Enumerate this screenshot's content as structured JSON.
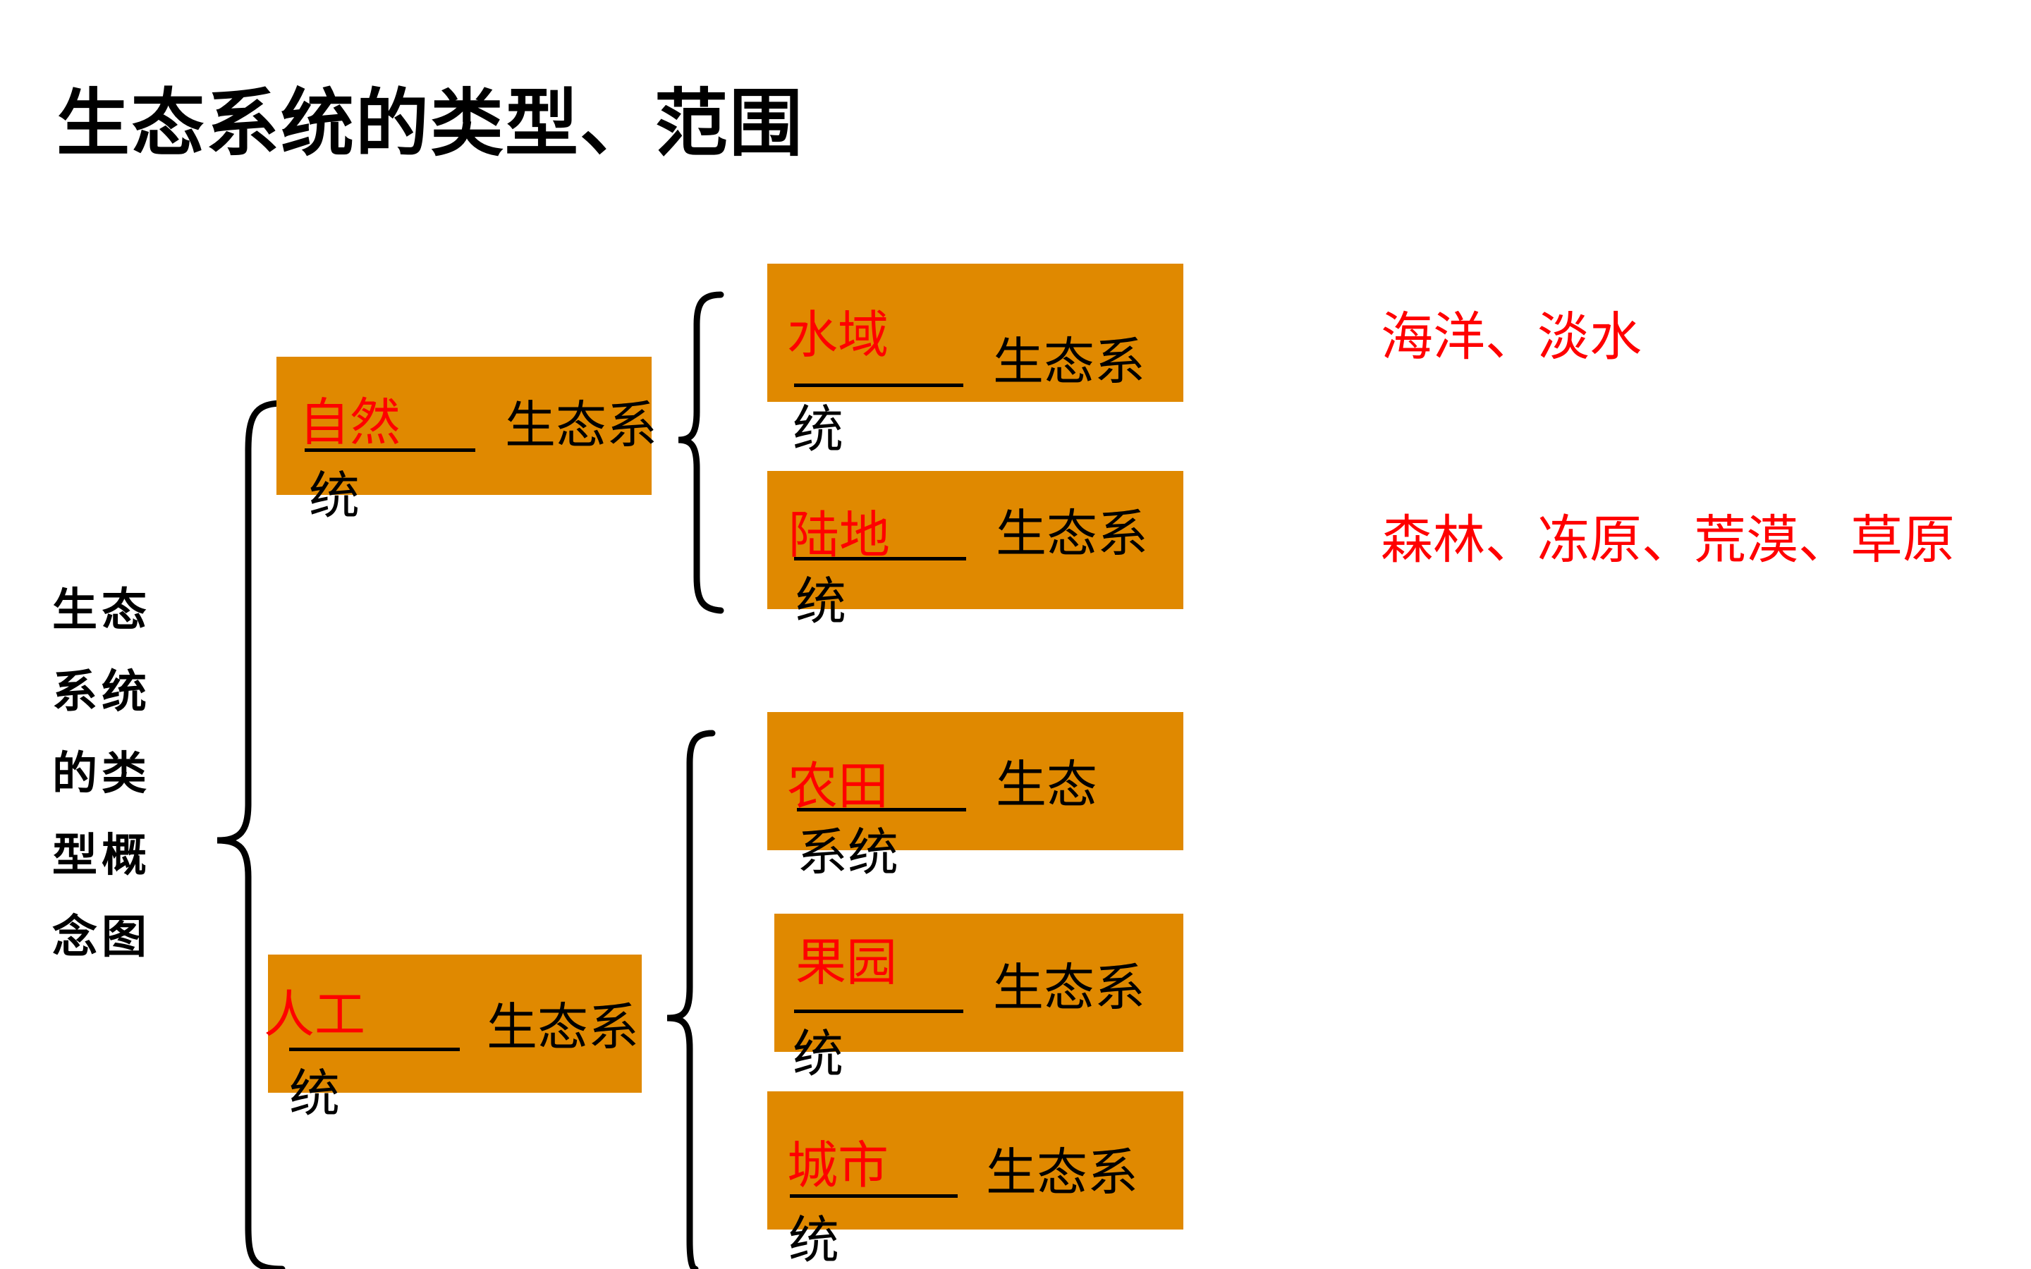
{
  "title": "生态系统的类型、范围",
  "side_label": [
    "生态",
    "系统",
    "的类",
    "型概",
    "念图"
  ],
  "nodes": {
    "natural": {
      "answer": "自然",
      "suffix1": "生态系",
      "suffix2": "统"
    },
    "artificial": {
      "answer": "人工",
      "suffix1": "生态系",
      "suffix2": "统"
    },
    "water": {
      "answer": "水域",
      "suffix1": "生态系",
      "suffix2": "统"
    },
    "land": {
      "answer": "陆地",
      "suffix1": "生态系",
      "suffix2": "统"
    },
    "farmland": {
      "answer": "农田",
      "suffix1": "生态",
      "suffix2": "系统"
    },
    "orchard": {
      "answer": "果园",
      "suffix1": "生态系",
      "suffix2": "统"
    },
    "city": {
      "answer": "城市",
      "suffix1": "生态系",
      "suffix2": "统"
    }
  },
  "examples": {
    "water": "海洋、淡水",
    "land": "森林、冻原、荒漠、草原"
  },
  "colors": {
    "box": "#e08900",
    "answer": "#ff0000",
    "text": "#000000"
  }
}
